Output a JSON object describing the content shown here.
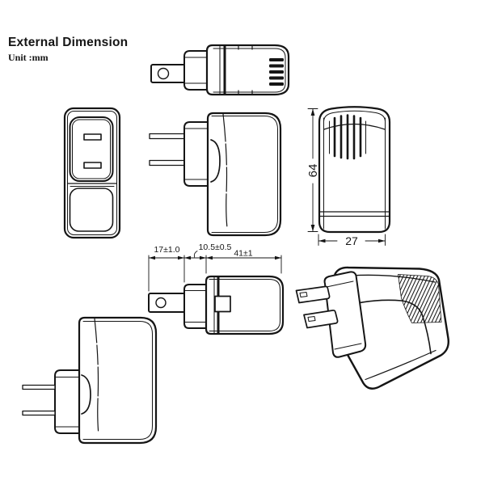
{
  "title": "External Dimension",
  "unit_label": "Unit :mm",
  "dimensions": {
    "prong_length": "17±1.0",
    "neck_depth": "10.5±0.5",
    "body_depth": "41±1",
    "body_height": "64",
    "body_width": "27"
  },
  "colors": {
    "line": "#151515",
    "background": "#ffffff"
  }
}
